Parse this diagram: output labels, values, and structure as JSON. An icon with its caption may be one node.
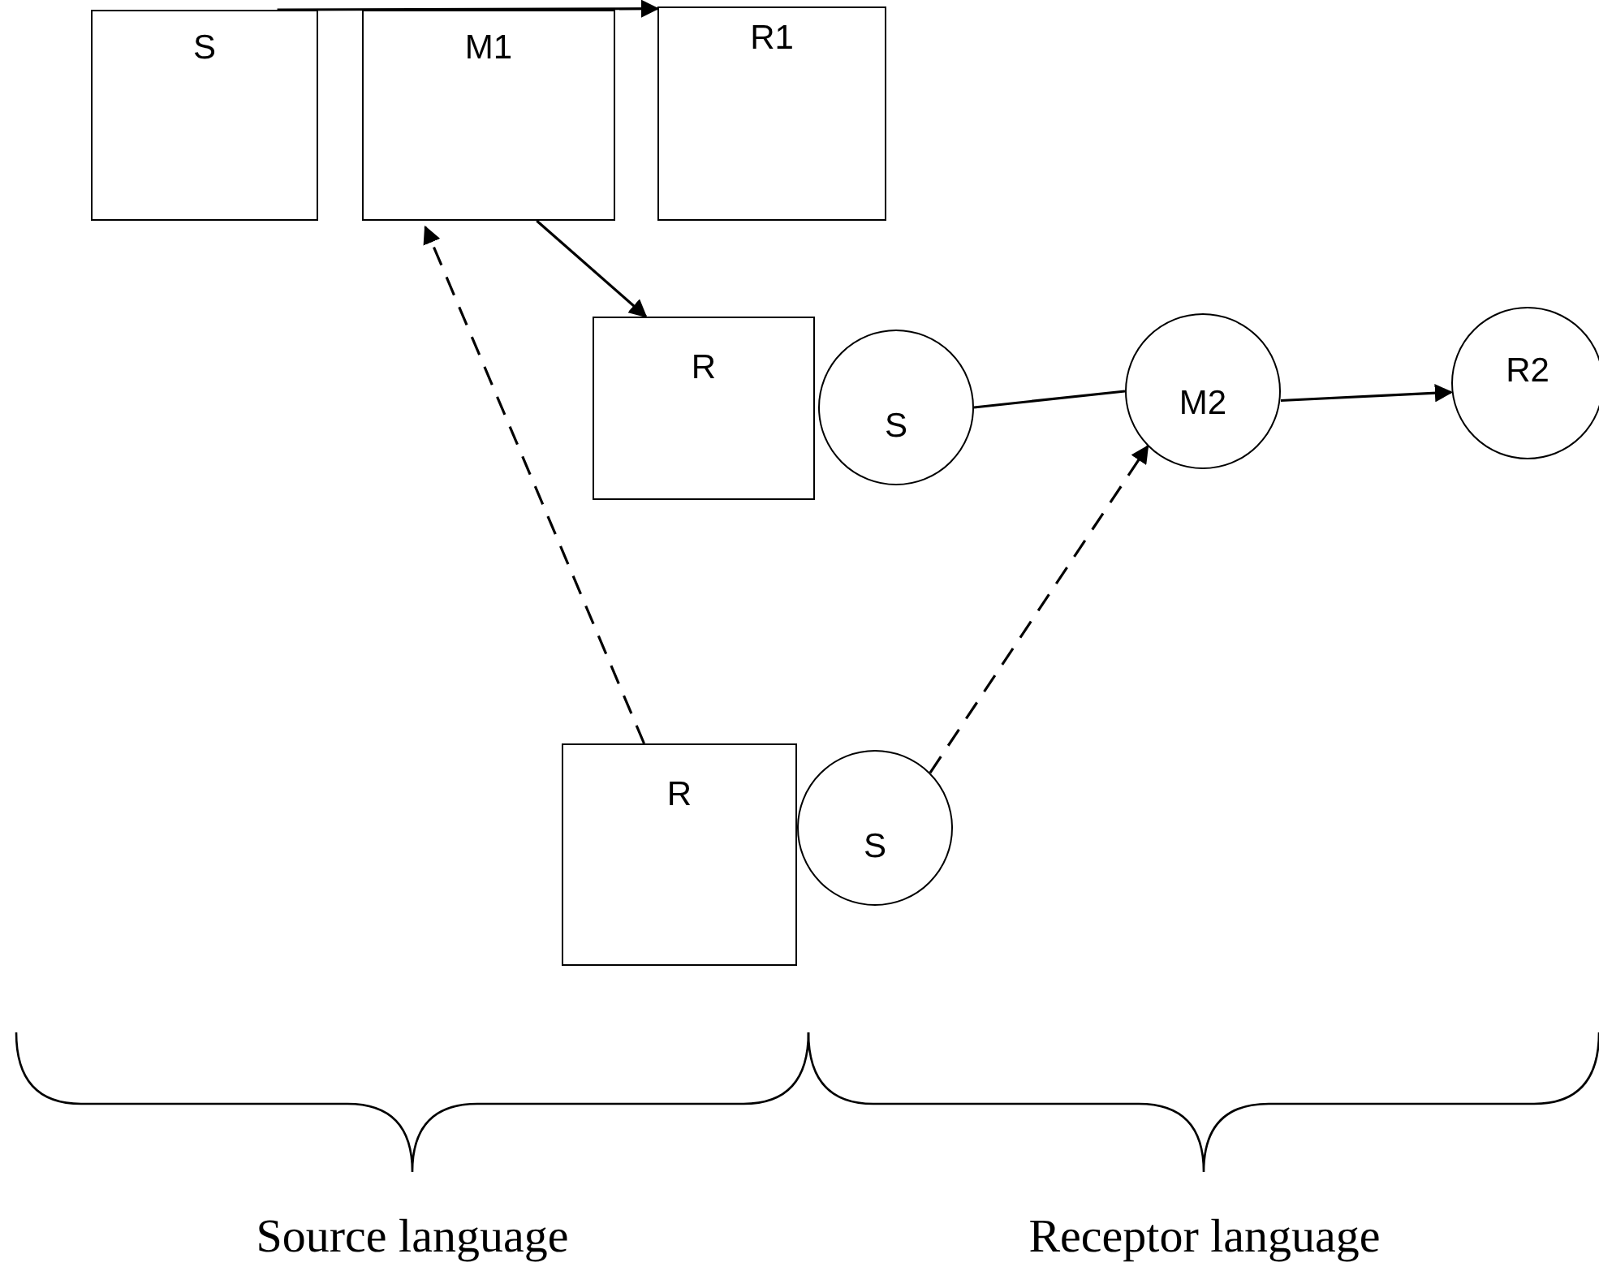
{
  "diagram": {
    "nodes": [
      {
        "text": [
          "S"
        ]
      },
      {
        "text": [
          "M1"
        ]
      },
      {
        "text": [
          "R1"
        ]
      },
      {
        "text": [
          "R"
        ]
      },
      {
        "text": [
          "S"
        ]
      },
      {
        "text": [
          "M2"
        ]
      },
      {
        "text": [
          "R2"
        ]
      },
      {
        "text": [
          "R"
        ]
      },
      {
        "text": [
          "S"
        ]
      }
    ],
    "edges": [
      {
        "from": 0,
        "to": 2,
        "arrow": "to"
      },
      {
        "from": 1,
        "to": 3,
        "arrow": "to"
      },
      {
        "from": 4,
        "to": 5,
        "arrow": "none"
      },
      {
        "from": 5,
        "to": 6,
        "arrow": "to"
      },
      {
        "from": 7,
        "to": 1,
        "arrow": "to",
        "style": "dashed"
      },
      {
        "from": 8,
        "to": 5,
        "arrow": "to",
        "style": "dashed"
      }
    ],
    "labels": [
      "Source language",
      "Receptor language"
    ]
  }
}
